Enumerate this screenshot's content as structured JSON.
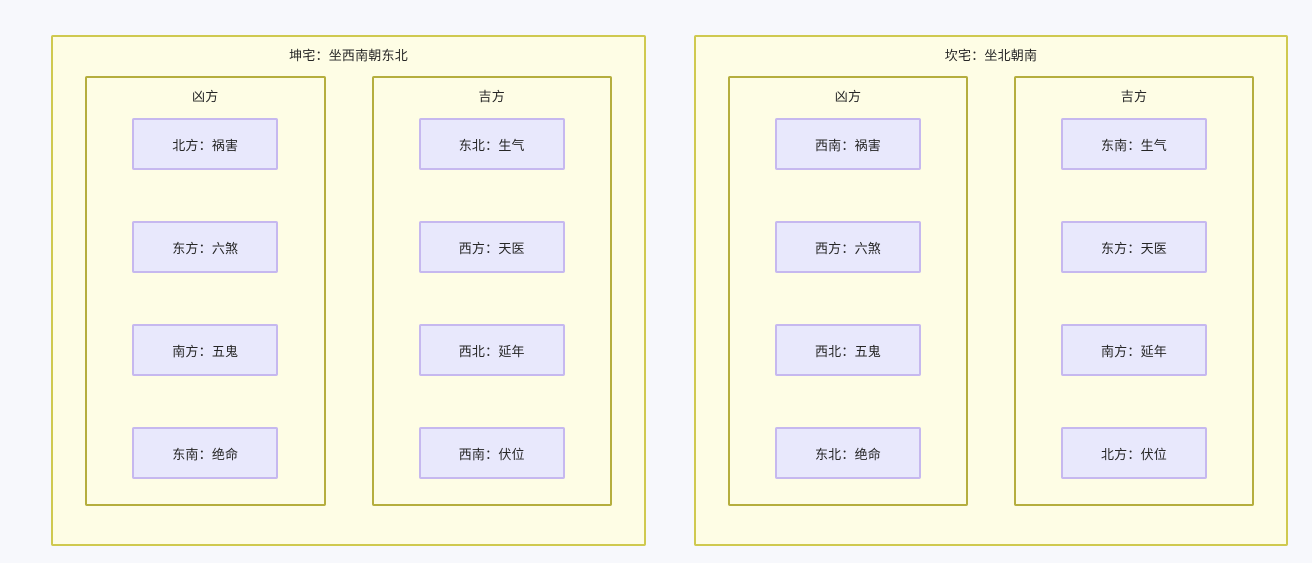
{
  "page": {
    "background_color": "#f7f8fc",
    "cluster_fill": "#fefde5",
    "cluster_border": "#cfc94f",
    "group_border": "#b5ae3e",
    "item_fill": "#e8e8fc",
    "item_border": "#c6b8ef",
    "text_color": "#262626"
  },
  "clusters": [
    {
      "title": "坤宅：坐西南朝东北",
      "groups": [
        {
          "title": "凶方",
          "items": [
            {
              "label": "北方：祸害"
            },
            {
              "label": "东方：六煞"
            },
            {
              "label": "南方：五鬼"
            },
            {
              "label": "东南：绝命"
            }
          ]
        },
        {
          "title": "吉方",
          "items": [
            {
              "label": "东北：生气"
            },
            {
              "label": "西方：天医"
            },
            {
              "label": "西北：延年"
            },
            {
              "label": "西南：伏位"
            }
          ]
        }
      ]
    },
    {
      "title": "坎宅：坐北朝南",
      "groups": [
        {
          "title": "凶方",
          "items": [
            {
              "label": "西南：祸害"
            },
            {
              "label": "西方：六煞"
            },
            {
              "label": "西北：五鬼"
            },
            {
              "label": "东北：绝命"
            }
          ]
        },
        {
          "title": "吉方",
          "items": [
            {
              "label": "东南：生气"
            },
            {
              "label": "东方：天医"
            },
            {
              "label": "南方：延年"
            },
            {
              "label": "北方：伏位"
            }
          ]
        }
      ]
    }
  ]
}
